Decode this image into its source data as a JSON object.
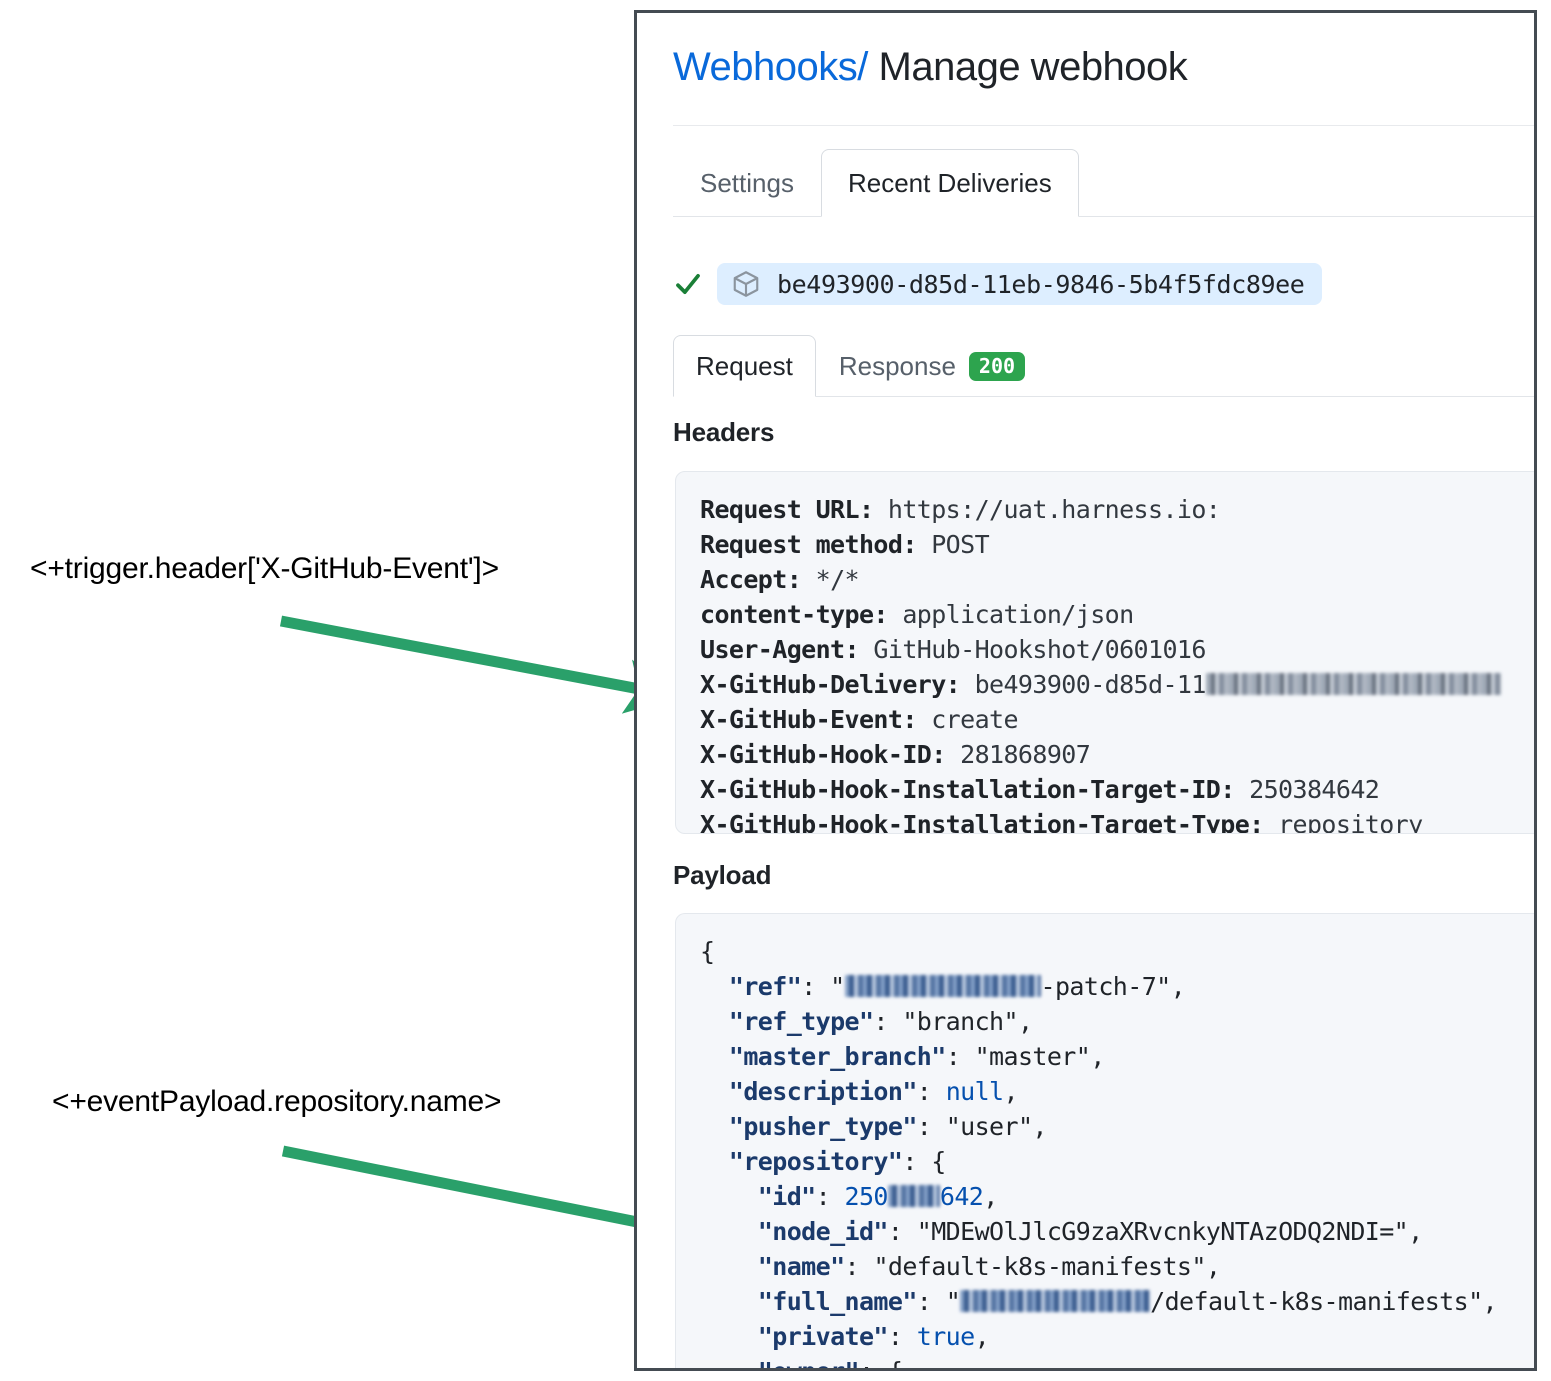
{
  "annotations": [
    {
      "id": "header-expression",
      "text": "<+trigger.header['X-GitHub-Event']>"
    },
    {
      "id": "payload-expression",
      "text": "<+eventPayload.repository.name>"
    }
  ],
  "colors": {
    "link": "#0969da",
    "arrow_green": "#2aa06a",
    "badge_green": "#2da44e",
    "check_green": "#1a7f37",
    "pill_blue": "#ddeeff",
    "code_bg": "#f5f7fa"
  },
  "page": {
    "breadcrumb_link": "Webhooks",
    "breadcrumb_separator": "/",
    "breadcrumb_current": "Manage webhook"
  },
  "top_tabs": [
    {
      "label": "Settings",
      "active": false
    },
    {
      "label": "Recent Deliveries",
      "active": true
    }
  ],
  "delivery": {
    "status_icon": "check-icon",
    "package_icon": "cube-icon",
    "id": "be493900-d85d-11eb-9846-5b4f5fdc89ee"
  },
  "sub_tabs": [
    {
      "label": "Request",
      "active": true,
      "badge": ""
    },
    {
      "label": "Response",
      "active": false,
      "badge": "200"
    }
  ],
  "sections": {
    "headers_label": "Headers",
    "payload_label": "Payload"
  },
  "headers": [
    {
      "key": "Request URL:",
      "value": "https://uat.harness.io:"
    },
    {
      "key": "Request method:",
      "value": "POST"
    },
    {
      "key": "Accept:",
      "value": "*/*"
    },
    {
      "key": "content-type:",
      "value": "application/json"
    },
    {
      "key": "User-Agent:",
      "value": "GitHub-Hookshot/0601016"
    },
    {
      "key": "X-GitHub-Delivery:",
      "value": "be493900-d85d-11",
      "redacted": true
    },
    {
      "key": "X-GitHub-Event:",
      "value": "create"
    },
    {
      "key": "X-GitHub-Hook-ID:",
      "value": "281868907"
    },
    {
      "key": "X-GitHub-Hook-Installation-Target-ID:",
      "value": "250384642"
    },
    {
      "key": "X-GitHub-Hook-Installation-Target-Type:",
      "value": "repository"
    }
  ],
  "payload_lines": [
    "{",
    "  \"ref\": \"[redacted]-patch-7\",",
    "  \"ref_type\": \"branch\",",
    "  \"master_branch\": \"master\",",
    "  \"description\": null,",
    "  \"pusher_type\": \"user\",",
    "  \"repository\": {",
    "    \"id\": 250[redacted]642,",
    "    \"node_id\": \"MDEwOlJlcG9zaXRvcnkyNTAzODQ2NDI=\",",
    "    \"name\": \"default-k8s-manifests\",",
    "    \"full_name\": \"[redacted]/default-k8s-manifests\",",
    "    \"private\": true,",
    "    \"owner\": {"
  ]
}
